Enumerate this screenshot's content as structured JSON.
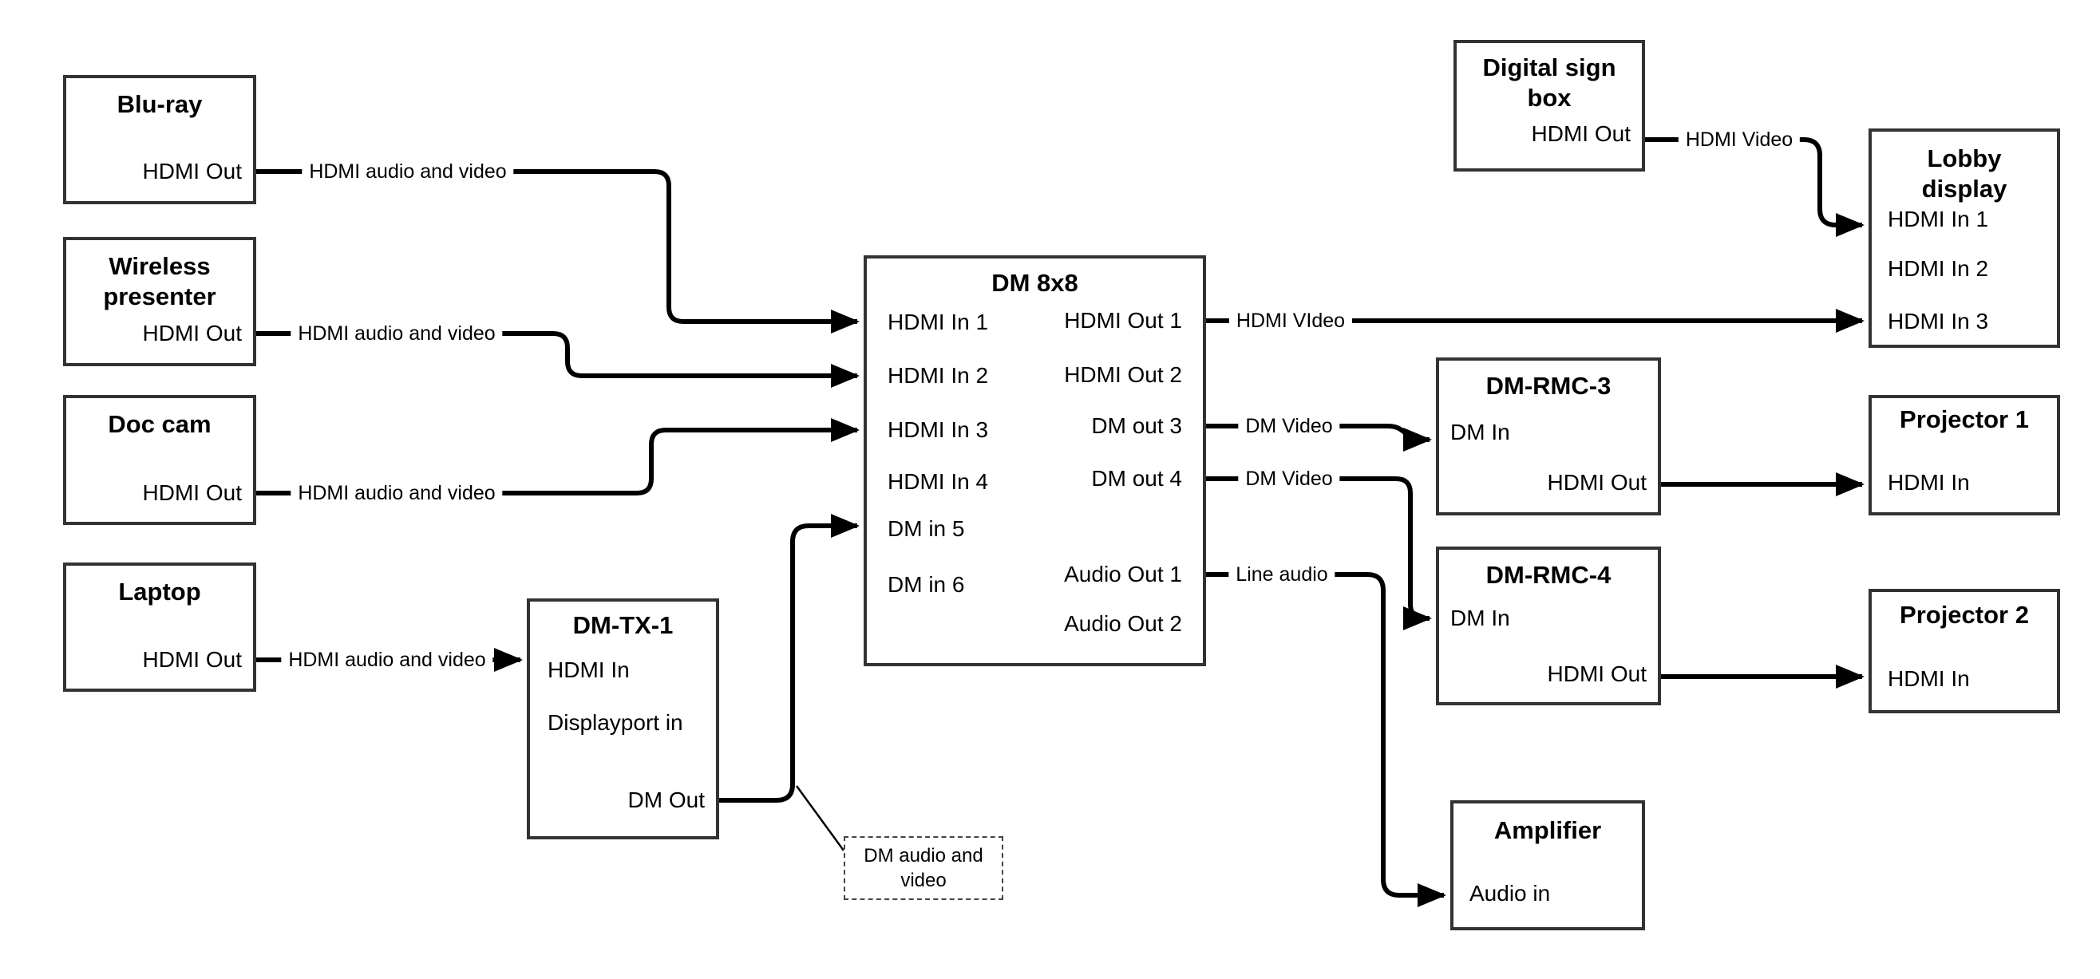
{
  "colors": {
    "line": "#000000",
    "box_border": "#333333",
    "background": "#ffffff"
  },
  "nodes": {
    "bluray": {
      "title": "Blu-ray",
      "port_out": "HDMI Out"
    },
    "wireless": {
      "title_line1": "Wireless",
      "title_line2": "presenter",
      "port_out": "HDMI Out"
    },
    "doccam": {
      "title": "Doc cam",
      "port_out": "HDMI Out"
    },
    "laptop": {
      "title": "Laptop",
      "port_out": "HDMI Out"
    },
    "dmtx1": {
      "title": "DM-TX-1",
      "port_hdmi_in": "HDMI In",
      "port_dp_in": "Displayport in",
      "port_dm_out": "DM Out"
    },
    "dm8x8": {
      "title": "DM 8x8",
      "inputs": [
        "HDMI In 1",
        "HDMI In 2",
        "HDMI In 3",
        "HDMI In 4",
        "DM in 5",
        "DM in 6"
      ],
      "outputs": [
        "HDMI Out 1",
        "HDMI Out 2",
        "DM out 3",
        "DM out 4",
        "Audio Out 1",
        "Audio Out 2"
      ]
    },
    "digitalsign": {
      "title_line1": "Digital sign",
      "title_line2": "box",
      "port_out": "HDMI Out"
    },
    "lobby": {
      "title_line1": "Lobby",
      "title_line2": "display",
      "inputs": [
        "HDMI In 1",
        "HDMI In 2",
        "HDMI In 3"
      ]
    },
    "dmrmc3": {
      "title": "DM-RMC-3",
      "port_dm_in": "DM In",
      "port_hdmi_out": "HDMI Out"
    },
    "proj1": {
      "title": "Projector 1",
      "port_in": "HDMI In"
    },
    "dmrmc4": {
      "title": "DM-RMC-4",
      "port_dm_in": "DM In",
      "port_hdmi_out": "HDMI Out"
    },
    "proj2": {
      "title": "Projector 2",
      "port_in": "HDMI In"
    },
    "amp": {
      "title": "Amplifier",
      "port_in": "Audio in"
    }
  },
  "wire_labels": {
    "bluray_wire": "HDMI audio and video",
    "wireless_wire": "HDMI audio and video",
    "doccam_wire": "HDMI audio and video",
    "laptop_wire": "HDMI audio and video",
    "hdmi_out1_wire": "HDMI VIdeo",
    "dm_out3_wire": "DM Video",
    "dm_out4_wire": "DM Video",
    "audio_out1_wire": "Line audio",
    "digital_sign_wire": "HDMI Video"
  },
  "callout": {
    "line1": "DM audio and",
    "line2": "video"
  }
}
